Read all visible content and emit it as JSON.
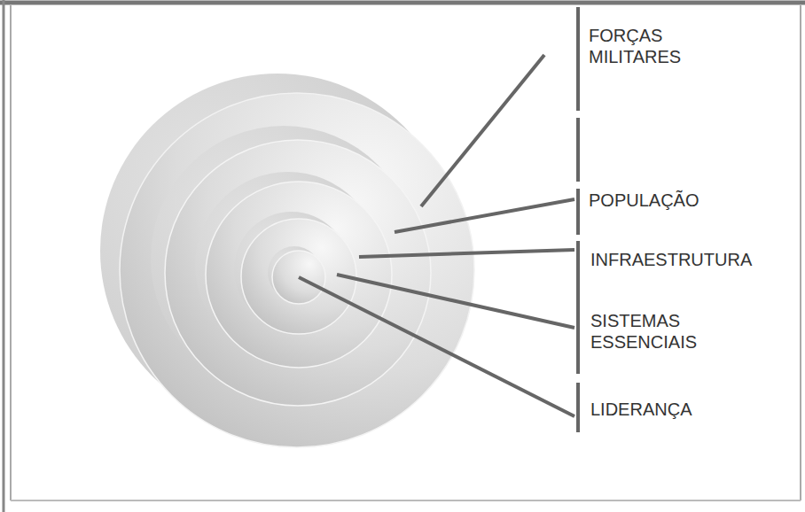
{
  "diagram": {
    "labels": [
      "FORÇAS MILITARES",
      "POPULAÇÃO",
      "INFRAESTRUTURA",
      "SISTEMAS ESSENCIAIS",
      "LIDERANÇA"
    ]
  }
}
